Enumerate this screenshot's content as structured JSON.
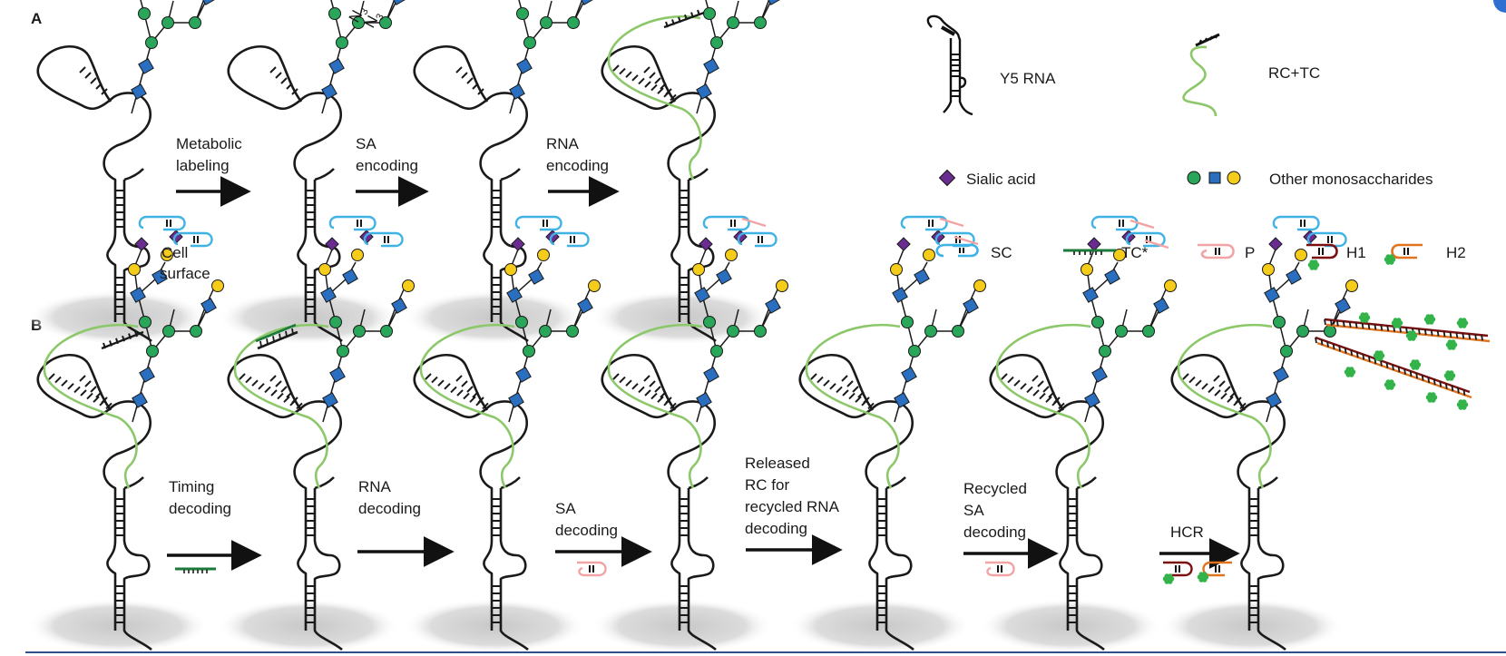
{
  "panels": {
    "a": "A",
    "b": "B"
  },
  "n3_label": "N",
  "n3_sub": "3",
  "cell_surface": [
    "Cell",
    "surface"
  ],
  "steps_a": [
    {
      "lines": [
        "Metabolic",
        "labeling"
      ]
    },
    {
      "lines": [
        "SA",
        "encoding"
      ]
    },
    {
      "lines": [
        "RNA",
        "encoding"
      ]
    }
  ],
  "steps_b": [
    {
      "lines": [
        "Timing",
        "decoding"
      ]
    },
    {
      "lines": [
        "RNA",
        "decoding"
      ]
    },
    {
      "lines": [
        "SA",
        "decoding"
      ]
    },
    {
      "lines": [
        "Released",
        "RC for",
        "recycled RNA",
        "decoding"
      ]
    },
    {
      "lines": [
        "Recycled",
        "SA",
        "decoding"
      ]
    },
    {
      "lines": [
        "HCR"
      ]
    }
  ],
  "legend": {
    "y5_rna": "Y5 RNA",
    "rc_tc": "RC+TC",
    "sialic_acid": "Sialic acid",
    "other_mono": "Other monosaccharides",
    "sc": "SC",
    "tc_star": "TC*",
    "p": "P",
    "h1": "H1",
    "h2": "H2"
  },
  "colors": {
    "rna": "#1a1a1a",
    "green_strand": "#8cc86a",
    "tc_dark": "#1b7a3a",
    "sc_blue": "#3fb2e6",
    "p_pink": "#f2a3a3",
    "h1_red": "#7a1010",
    "h2_orange": "#e0731e",
    "sialic_purple": "#6b2c91",
    "mono_green": "#2aa65a",
    "mono_blue": "#2a6fbf",
    "mono_yellow": "#f5cc1a",
    "fluor_green": "#33b34a",
    "shadow": "#d5d5d5",
    "rule": "#31508a"
  }
}
